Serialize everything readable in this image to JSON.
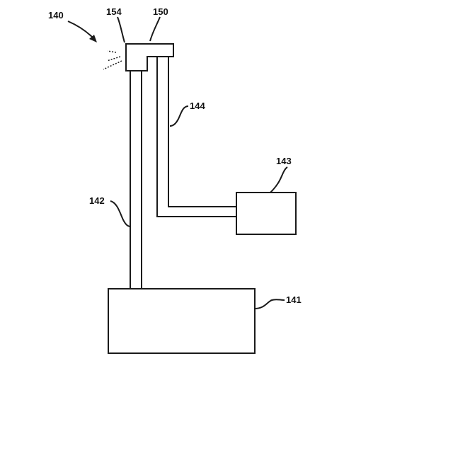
{
  "diagram": {
    "labels": {
      "device": "140",
      "head": "150",
      "nozzle": "154",
      "supply_tube": "142",
      "return_tube": "144",
      "pump": "143",
      "reservoir": "141"
    }
  }
}
